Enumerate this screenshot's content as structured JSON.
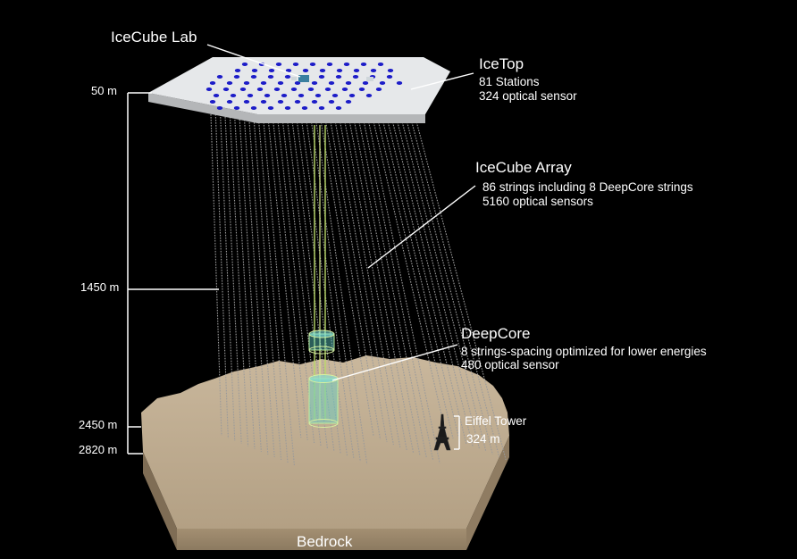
{
  "icecube_lab": {
    "label": "IceCube Lab"
  },
  "icetop": {
    "title": "IceTop",
    "line1": "81 Stations",
    "line2": "324 optical sensor"
  },
  "array": {
    "title": "IceCube Array",
    "line1": "86 strings including 8 DeepCore strings",
    "line2": "5160 optical sensors"
  },
  "deepcore": {
    "title": "DeepCore",
    "line1": "8 strings-spacing optimized for lower energies",
    "line2": "480 optical sensor"
  },
  "eiffel": {
    "label": "Eiffel Tower",
    "height": "324 m"
  },
  "depths": {
    "d50": "50 m",
    "d1450": "1450 m",
    "d2450": "2450 m",
    "d2820": "2820 m"
  },
  "bedrock": {
    "label": "Bedrock"
  },
  "colors": {
    "background": "#000000",
    "ice_surface": "#e6e8ea",
    "sensor_dots": "#1c1cc8",
    "bedrock": "#b8a48a",
    "deepcore": "#5fd0c8",
    "strings": "#9a9a9a"
  }
}
